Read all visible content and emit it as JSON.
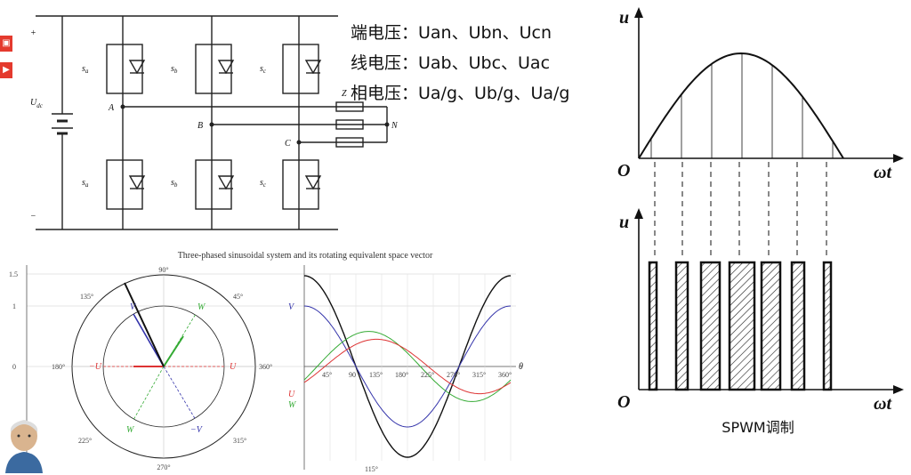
{
  "voltages": {
    "phase_terminal": "端电压：Uan、Ubn、Ucn",
    "line": "线电压：Uab、Ubc、Uac",
    "phase": "相电压：Ua/g、Ub/g、Ua/g"
  },
  "circuit": {
    "plus": "+",
    "minus": "−",
    "udc": "U",
    "udc_sub": "dc",
    "switches_top": [
      "s",
      "s",
      "s"
    ],
    "switches_top_sub": [
      "a",
      "b",
      "c"
    ],
    "switches_bottom": [
      "s",
      "s",
      "s"
    ],
    "switches_bottom_sub": [
      "a",
      "b",
      "c"
    ],
    "nodes": [
      "A",
      "B",
      "C"
    ],
    "load_z": "Z",
    "load_n": "N"
  },
  "space_vector": {
    "title": "Three-phased sinusoidal system and its rotating equivalent space vector",
    "y_ticks": [
      "1.5",
      "1",
      "0"
    ],
    "angles_polar": [
      "90°",
      "45°",
      "135°",
      "180°",
      "360°",
      "225°",
      "315°",
      "270°"
    ],
    "vec_labels": [
      "U",
      "V",
      "W",
      "−U",
      "−V",
      "W"
    ],
    "x_ticks": [
      "45°",
      "90",
      "135°",
      "180°",
      "225°",
      "270°",
      "315°",
      "360°"
    ],
    "right_labels": [
      "V",
      "U",
      "W"
    ],
    "theta": "θ",
    "bottom_angle": "115°"
  },
  "spwm": {
    "u_top": "u",
    "u_bottom": "u",
    "origin_top": "O",
    "origin_bottom": "O",
    "wt_top": "ωt",
    "wt_bottom": "ωt",
    "caption": "SPWM调制"
  },
  "colors": {
    "red": "#d33",
    "green": "#3a3",
    "blue": "#33a",
    "accent": "#e43a2e"
  }
}
